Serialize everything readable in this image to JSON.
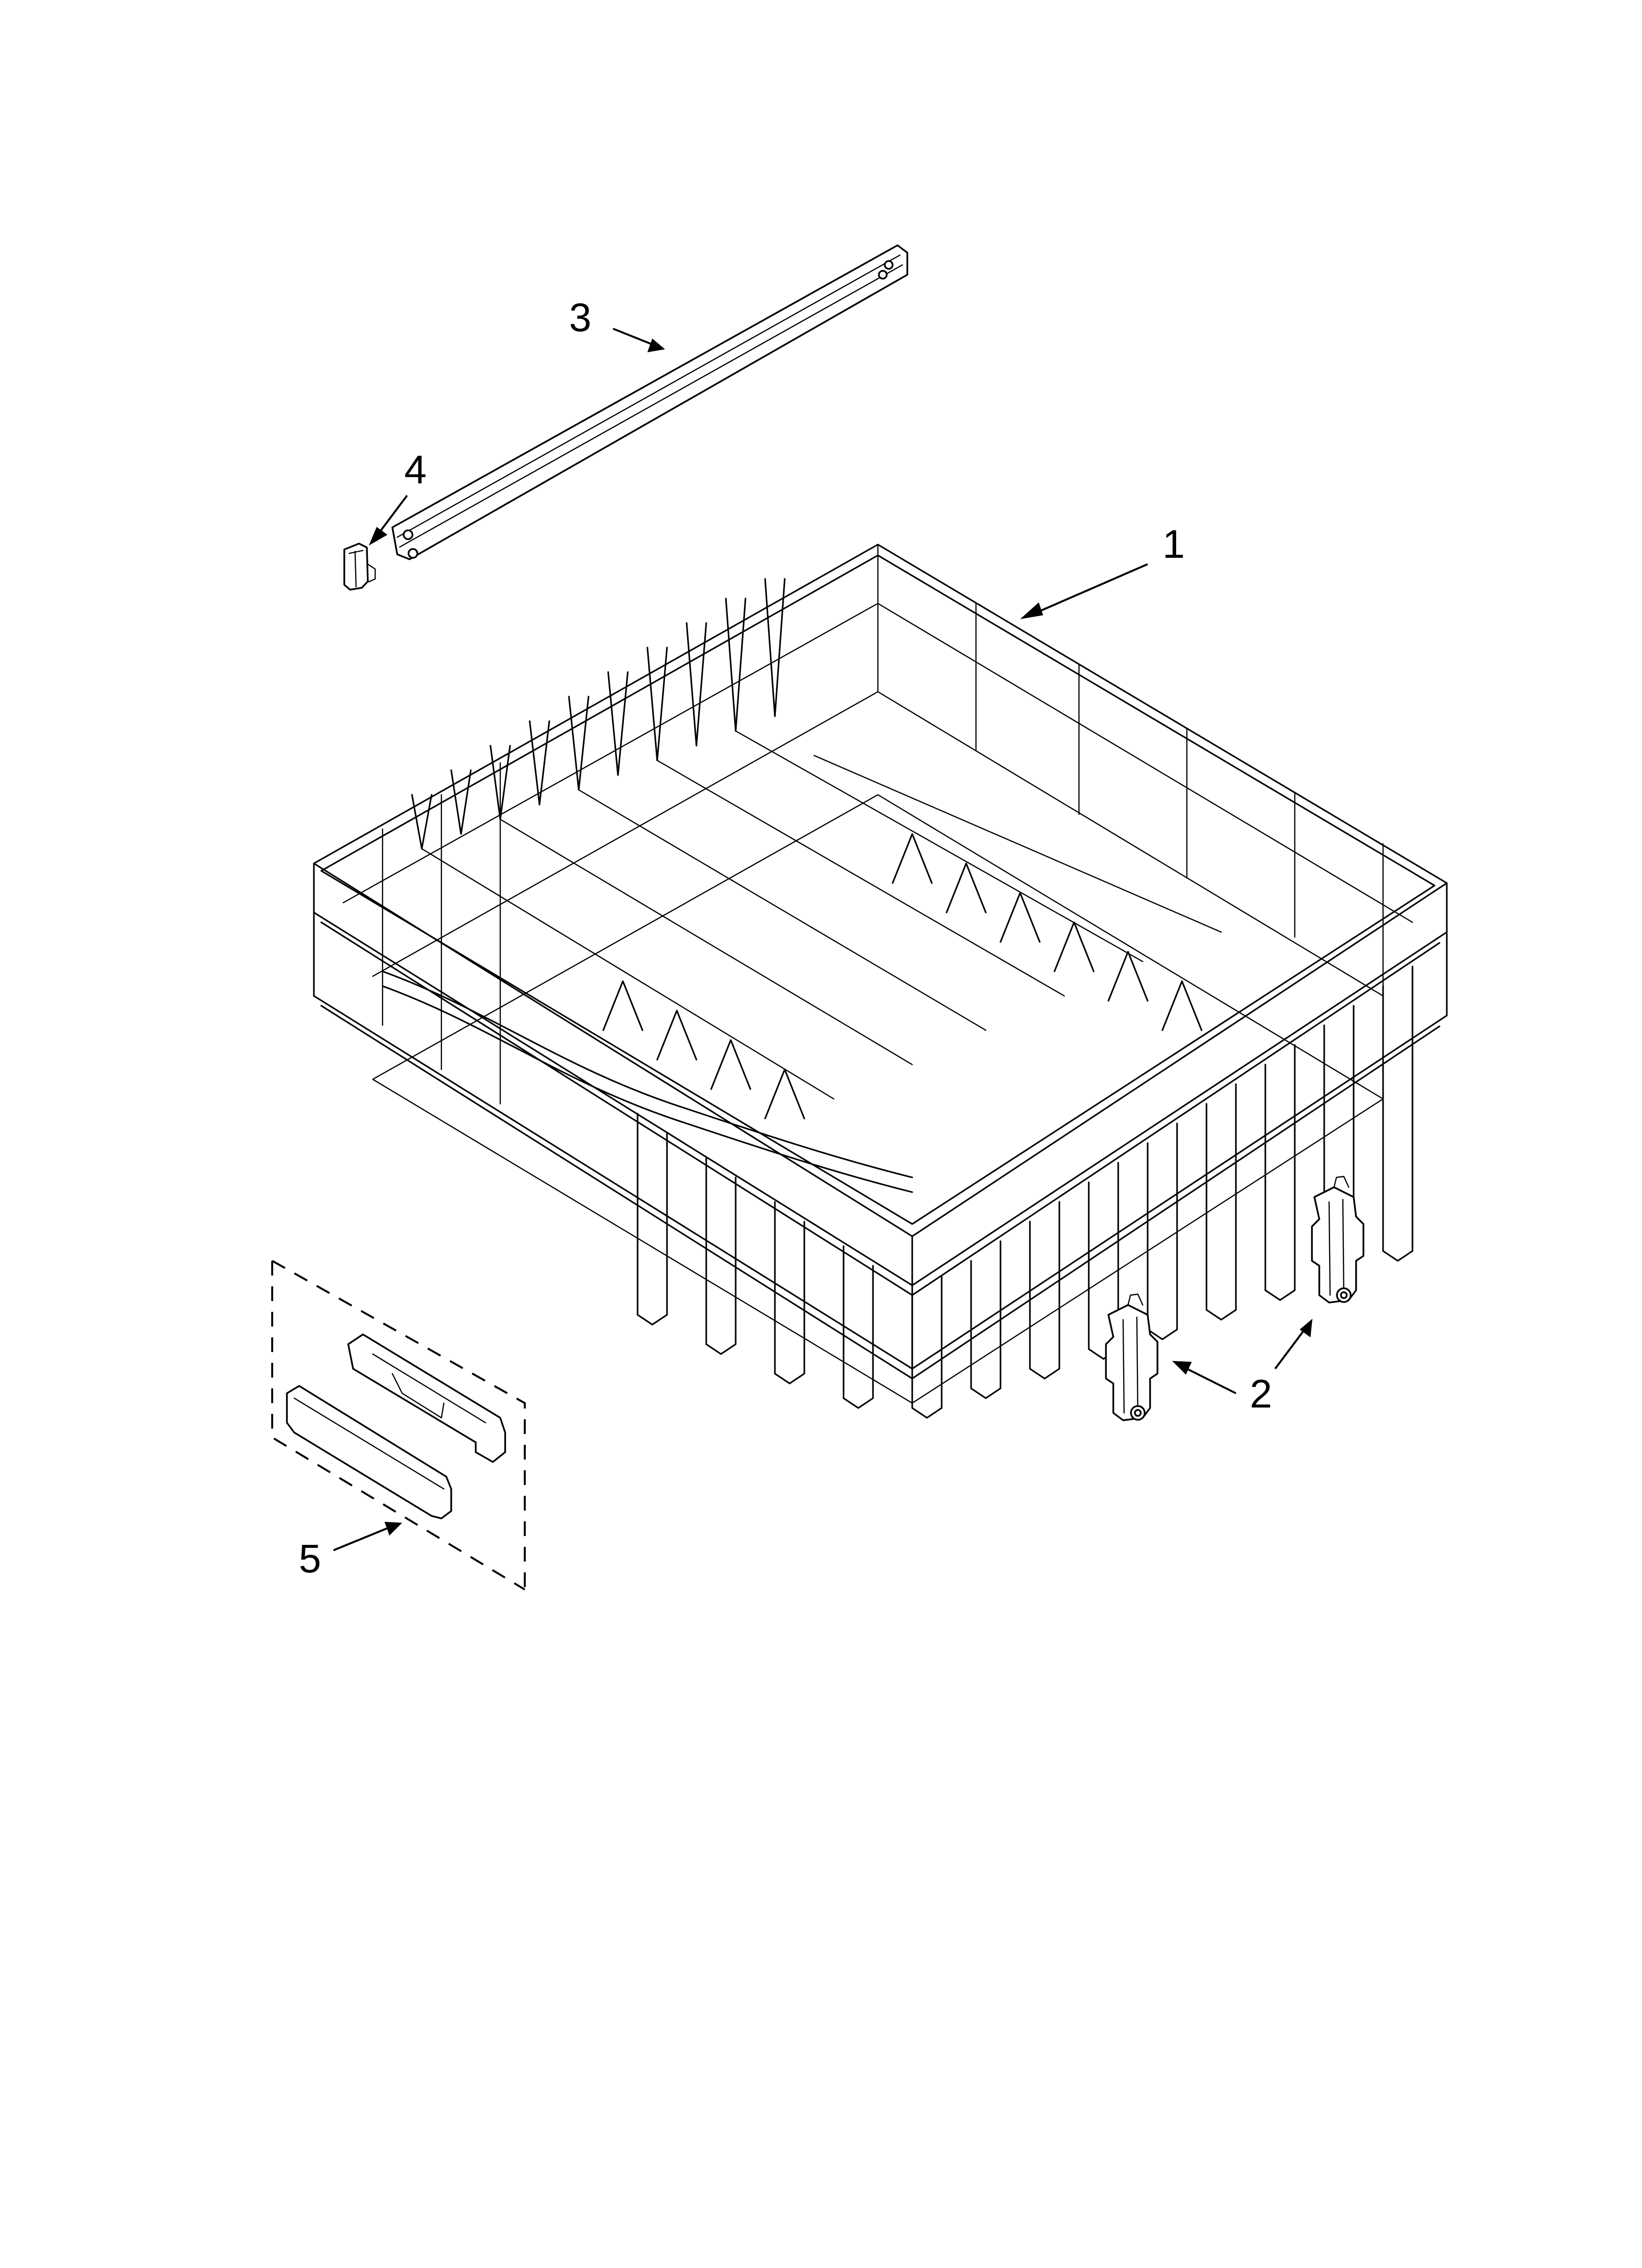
{
  "callouts": {
    "rack": "1",
    "adjuster_right": "2",
    "adjuster_left": "2",
    "rail": "3",
    "rail_end_cap": "4",
    "handle_kit": "5"
  }
}
